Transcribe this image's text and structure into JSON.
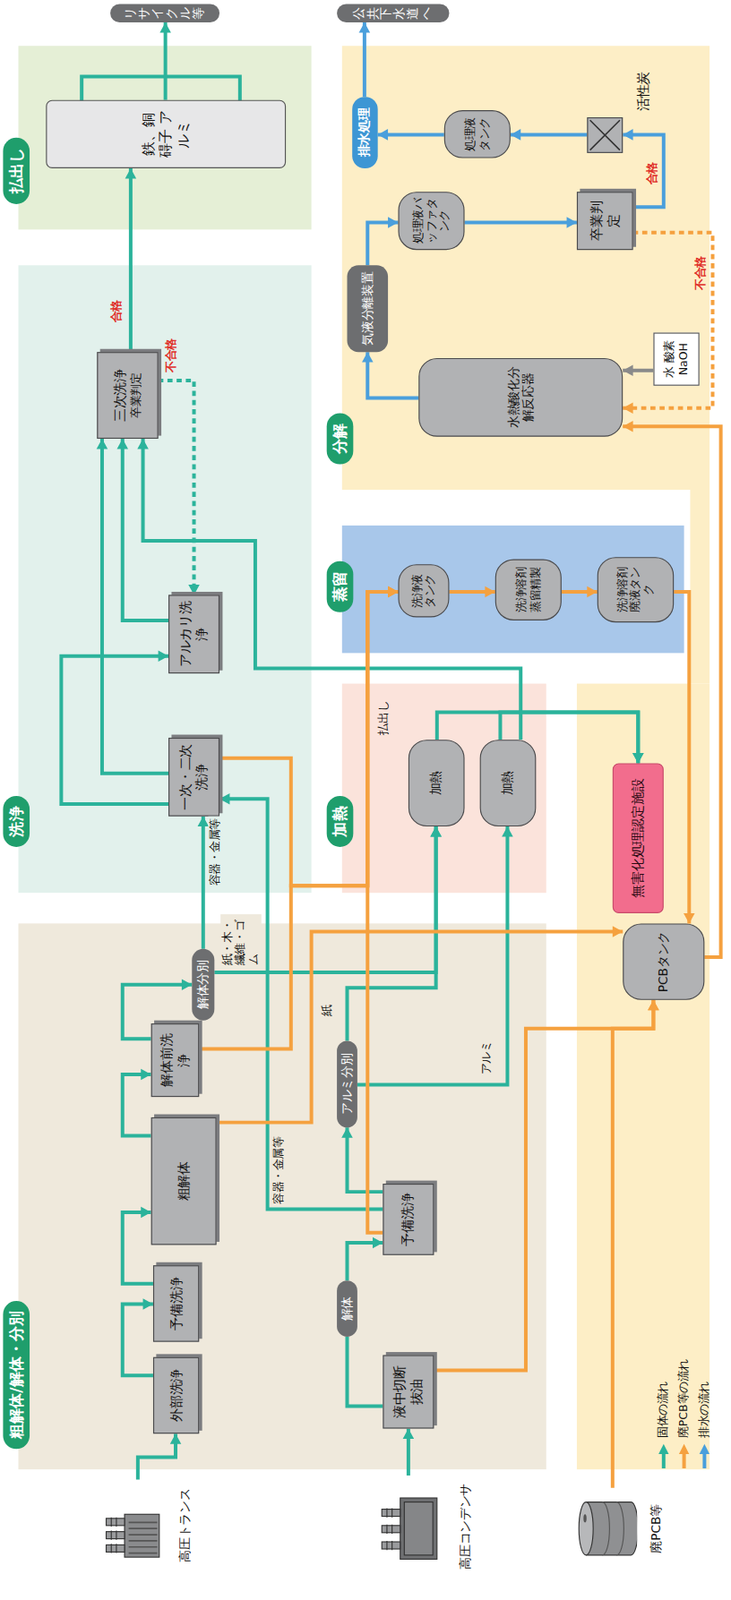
{
  "diagram": {
    "nodes": [
      {
        "text": [
          "粗解体/解体・分別"
        ]
      },
      {
        "text": [
          "洗浄"
        ]
      },
      {
        "text": [
          "払出し"
        ]
      },
      {
        "text": [
          "加熱"
        ]
      },
      {
        "text": [
          "蒸留"
        ]
      },
      {
        "text": [
          "分解"
        ]
      },
      {
        "text": [
          "高圧トランス"
        ]
      },
      {
        "text": [
          "高圧コンデンサ"
        ]
      },
      {
        "text": [
          "廃PCB等"
        ]
      },
      {
        "text": [
          "外部洗浄"
        ],
        "in": 0
      },
      {
        "text": [
          "予備洗浄"
        ],
        "in": 0
      },
      {
        "text": [
          "粗解体"
        ],
        "in": 0
      },
      {
        "text": [
          "解体前洗浄"
        ],
        "in": 0
      },
      {
        "text": [
          "解体分別"
        ],
        "in": 0
      },
      {
        "text": [
          "液中切断抜油"
        ],
        "in": 0
      },
      {
        "text": [
          "解体"
        ],
        "in": 0
      },
      {
        "text": [
          "予備洗浄"
        ],
        "in": 0
      },
      {
        "text": [
          "アルミ分別"
        ],
        "in": 0
      },
      {
        "text": [
          "一次・二次洗浄"
        ],
        "in": 1
      },
      {
        "text": [
          "アルカリ洗浄"
        ],
        "in": 1
      },
      {
        "text": [
          "三次洗浄",
          "卒業判定"
        ],
        "in": 1
      },
      {
        "text": [
          "鉄、銅 碍子 アルミ"
        ],
        "in": 2
      },
      {
        "text": [
          "リサイクル等"
        ]
      },
      {
        "text": [
          "加熱"
        ],
        "in": 3
      },
      {
        "text": [
          "加熱"
        ],
        "in": 3
      },
      {
        "text": [
          "無害化処理認定施設"
        ]
      },
      {
        "text": [
          "PCBタンク"
        ]
      },
      {
        "text": [
          "洗浄液タンク"
        ],
        "in": 4
      },
      {
        "text": [
          "洗浄溶剤蒸留精製"
        ],
        "in": 4
      },
      {
        "text": [
          "洗浄溶剤廃液タンク"
        ],
        "in": 4
      },
      {
        "text": [
          "水熱酸化分解反応器"
        ],
        "in": 5
      },
      {
        "text": [
          "水 酸素 NaOH"
        ],
        "in": 5
      },
      {
        "text": [
          "気液分離装置"
        ],
        "in": 5
      },
      {
        "text": [
          "処理液バッファタンク"
        ],
        "in": 5
      },
      {
        "text": [
          "卒業判定"
        ],
        "in": 5
      },
      {
        "text": [
          "活性炭"
        ],
        "in": 5
      },
      {
        "text": [
          "処理液タンク"
        ],
        "in": 5
      },
      {
        "text": [
          "排水処理"
        ],
        "in": 5
      },
      {
        "text": [
          "公共下水道へ"
        ]
      }
    ],
    "edges": [
      {
        "from": 6,
        "to": 9,
        "arrow": "to"
      },
      {
        "from": 9,
        "to": 10,
        "arrow": "to"
      },
      {
        "from": 10,
        "to": 11,
        "arrow": "to"
      },
      {
        "from": 11,
        "to": 12,
        "arrow": "to"
      },
      {
        "from": 12,
        "to": 13,
        "arrow": "to"
      },
      {
        "from": 7,
        "to": 14,
        "arrow": "to"
      },
      {
        "from": 14,
        "to": 15,
        "arrow": "none"
      },
      {
        "from": 15,
        "to": 16,
        "arrow": "to"
      },
      {
        "from": 16,
        "to": 17,
        "arrow": "to"
      },
      {
        "from": 13,
        "to": 18,
        "label": "容器・金属等",
        "arrow": "to"
      },
      {
        "from": 16,
        "to": 18,
        "label": "容器・金属等",
        "arrow": "to"
      },
      {
        "from": 13,
        "to": 23,
        "label": "紙・木・繊維・ゴム",
        "arrow": "to"
      },
      {
        "from": 17,
        "to": 23,
        "label": "紙",
        "arrow": "to"
      },
      {
        "from": 17,
        "to": 24,
        "label": "アルミ",
        "arrow": "to"
      },
      {
        "from": 23,
        "to": 25,
        "arrow": "to"
      },
      {
        "from": 24,
        "to": 25,
        "arrow": "to"
      },
      {
        "from": 24,
        "to": 20,
        "arrow": "to"
      },
      {
        "from": 18,
        "to": 19,
        "arrow": "to"
      },
      {
        "from": 18,
        "to": 20,
        "arrow": "to"
      },
      {
        "from": 19,
        "to": 20,
        "arrow": "to"
      },
      {
        "from": 20,
        "to": 19,
        "label": "不合格",
        "arrow": "to"
      },
      {
        "from": 20,
        "to": 21,
        "label": "合格",
        "arrow": "to"
      },
      {
        "from": 21,
        "to": 22,
        "arrow": "to"
      },
      {
        "from": 14,
        "to": 26,
        "arrow": "to"
      },
      {
        "from": 8,
        "to": 26,
        "arrow": "to"
      },
      {
        "from": 11,
        "to": 26,
        "arrow": "to"
      },
      {
        "from": 12,
        "to": 27,
        "arrow": "to"
      },
      {
        "from": 18,
        "to": 27,
        "arrow": "to"
      },
      {
        "from": 16,
        "to": 27,
        "arrow": "to"
      },
      {
        "from": 27,
        "to": 28,
        "arrow": "to"
      },
      {
        "from": 28,
        "to": 29,
        "arrow": "to"
      },
      {
        "from": 29,
        "to": 26,
        "arrow": "to"
      },
      {
        "from": 26,
        "to": 30,
        "arrow": "to"
      },
      {
        "from": 34,
        "to": 30,
        "label": "不合格",
        "arrow": "to"
      },
      {
        "from": 31,
        "to": 30,
        "arrow": "to"
      },
      {
        "from": 30,
        "to": 32,
        "arrow": "to"
      },
      {
        "from": 32,
        "to": 33,
        "arrow": "to"
      },
      {
        "from": 33,
        "to": 34,
        "arrow": "to"
      },
      {
        "from": 34,
        "to": 35,
        "label": "合格",
        "arrow": "to"
      },
      {
        "from": 35,
        "to": 36,
        "arrow": "to"
      },
      {
        "from": 36,
        "to": 37,
        "arrow": "to"
      },
      {
        "from": 37,
        "to": 38,
        "arrow": "to"
      }
    ],
    "labels": [
      "払出し"
    ],
    "legend": [
      {
        "text": "固体の流れ",
        "color": "#2bb39b"
      },
      {
        "text": "廃PCB等の流れ",
        "color": "#f5a13f"
      },
      {
        "text": "排水の流れ",
        "color": "#4a9fdc"
      }
    ]
  }
}
